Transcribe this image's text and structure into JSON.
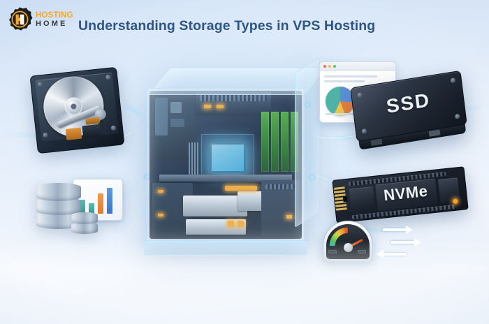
{
  "page": {
    "title": "Understanding Storage Types in VPS Hosting",
    "background_top": "#cfe0f6",
    "background_mid": "#eaf1fb",
    "accent_glow": "#7fd8f7",
    "title_color": "#2e5584"
  },
  "brand": {
    "logo_icon": "gear-logo-icon",
    "name_top": "HOSTING",
    "name_bottom": "HOME",
    "color_top": "#f5a623",
    "color_bottom": "#3b3b3b",
    "mark_color": "#1b1b1b"
  },
  "devices": [
    {
      "id": "hdd",
      "name": "hard-disk-drive",
      "label": "",
      "description": "Mechanical hard disk drive with spinning platter and actuator arm"
    },
    {
      "id": "ssd",
      "name": "solid-state-drive",
      "label": "SSD",
      "description": "2.5 inch solid state drive"
    },
    {
      "id": "nvme",
      "name": "nvme-m2-drive",
      "label": "NVMe",
      "description": "M.2 NVMe solid state drive with gold edge connector"
    }
  ],
  "server": {
    "name": "glass-server-cube",
    "cpu_glow_color": "#7fd8f7",
    "ram_color": "#2f7d2a",
    "description": "Transparent glass cube containing server motherboard, CPU, RAM modules and drive bays"
  },
  "analytics_window": {
    "name": "analytics-window",
    "dots": [
      "#ef6b5c",
      "#f6bd4f",
      "#62c554"
    ],
    "pie": {
      "slices": [
        {
          "label": "blue",
          "color": "#5b8fd6",
          "value": 26
        },
        {
          "label": "orange",
          "color": "#e8803a",
          "value": 18
        },
        {
          "label": "yellow",
          "color": "#f0c64a",
          "value": 13
        },
        {
          "label": "teal",
          "color": "#4fb3a5",
          "value": 43
        }
      ]
    },
    "text_lines": 4
  },
  "database_widget": {
    "name": "database-stack",
    "cylinders": 3,
    "small_cylinders": 2,
    "chart": {
      "type": "bar",
      "title": "",
      "categories": [
        "1",
        "2",
        "3",
        "4"
      ],
      "values": [
        52,
        38,
        76,
        96
      ],
      "colors": [
        "#45a6a0",
        "#45a6a0",
        "#ef8a3c",
        "#4a86d6"
      ],
      "ylim": [
        0,
        100
      ],
      "xlabel": "",
      "ylabel": "",
      "grid": false,
      "legend": false
    }
  },
  "gauge": {
    "name": "performance-gauge",
    "value": 82,
    "min": 0,
    "max": 100,
    "needle_angle_deg": -28,
    "zones": [
      {
        "label": "low",
        "color": "#2bb3a3"
      },
      {
        "label": "good",
        "color": "#62c35c"
      },
      {
        "label": "mid",
        "color": "#e9c83c"
      },
      {
        "label": "high",
        "color": "#ef9030"
      },
      {
        "label": "max",
        "color": "#e03b2e"
      }
    ]
  },
  "flow_arrows": [
    {
      "name": "data-out-arrow-1",
      "direction": "right"
    },
    {
      "name": "data-out-arrow-2",
      "direction": "right"
    },
    {
      "name": "data-in-arrow-1",
      "direction": "left"
    }
  ]
}
